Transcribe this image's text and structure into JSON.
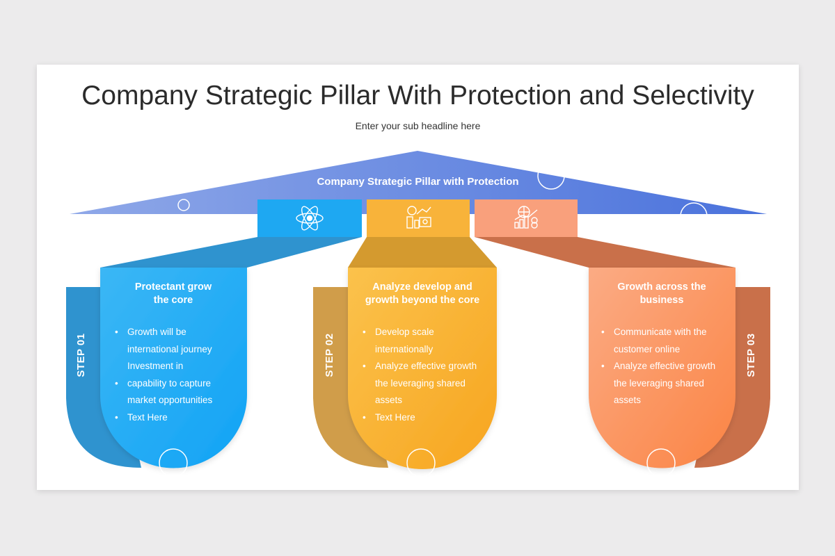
{
  "title": "Company Strategic Pillar With Protection and Selectivity",
  "subtitle": "Enter your sub headline here",
  "roof_label": "Company Strategic Pillar with Protection",
  "pillars": [
    {
      "step": "STEP 01",
      "title_lines": [
        "Protectant grow",
        "the core"
      ],
      "bullets": [
        [
          "Growth will be",
          "international journey"
        ],
        [
          "Investment in",
          "capability to capture",
          "market opportunities"
        ],
        [
          "Text Here"
        ]
      ],
      "icon": "atom-icon",
      "color": "#1ea8f2"
    },
    {
      "step": "STEP 02",
      "title_lines": [
        "Analyze develop and",
        "growth beyond the core"
      ],
      "bullets": [
        [
          "Develop scale",
          "internationally"
        ],
        [
          "Analyze effective growth",
          "the leveraging shared",
          "assets"
        ],
        [
          "Text Here"
        ]
      ],
      "icon": "finance-analytics-icon",
      "color": "#f8ae2c"
    },
    {
      "step": "STEP 03",
      "title_lines": [
        "Growth across the",
        "business"
      ],
      "bullets": [
        [
          "Communicate with the",
          "customer online"
        ],
        [
          "Analyze effective growth",
          "the leveraging shared",
          "assets"
        ]
      ],
      "icon": "global-growth-icon",
      "color": "#fa8f5c"
    }
  ]
}
